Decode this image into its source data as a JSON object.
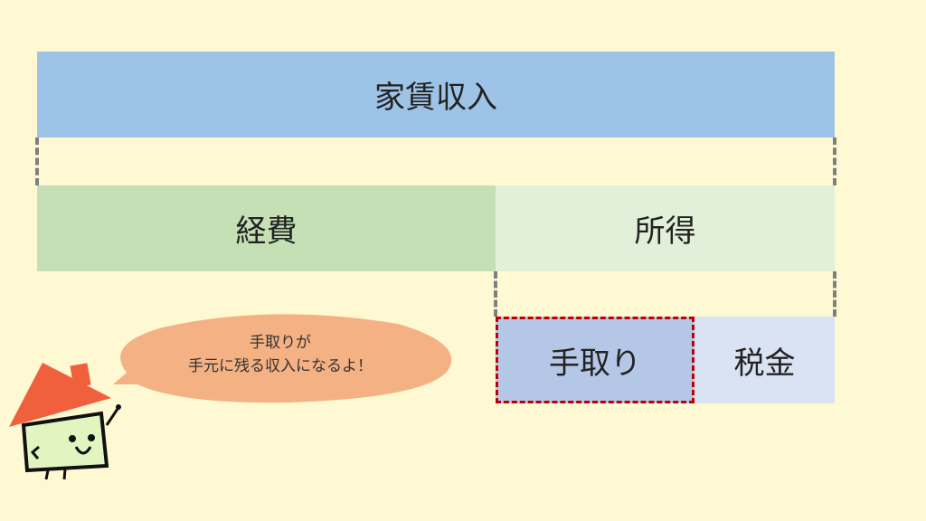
{
  "rent_income": {
    "label": "家賃収入"
  },
  "expenses": {
    "label": "経費"
  },
  "income": {
    "label": "所得"
  },
  "take_home": {
    "label": "手取り"
  },
  "tax": {
    "label": "税金"
  },
  "speech_bubble": {
    "line1": "手取りが",
    "line2": "手元に残る収入になるよ！"
  },
  "colors": {
    "background": "#fff9d3",
    "rent_income": "#9dc3e6",
    "expenses": "#c5e0b4",
    "income": "#e2f0d9",
    "take_home": "#b4c7e7",
    "tax": "#dae3f3",
    "highlight_border": "#c00000",
    "bubble": "#f4b183"
  }
}
